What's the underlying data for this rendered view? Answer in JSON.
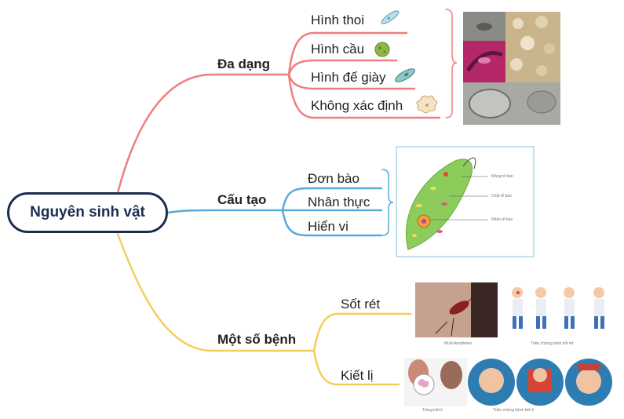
{
  "root": {
    "label": "Nguyên sinh vật"
  },
  "branches": [
    {
      "label": "Đa dạng",
      "color": "#ef7f7f",
      "leaves": [
        "Hình thoi",
        "Hình cầu",
        "Hình đế giày",
        "Không xác định"
      ]
    },
    {
      "label": "Cấu tạo",
      "color": "#5aa9dc",
      "leaves": [
        "Đơn bào",
        "Nhân thực",
        "Hiển vi"
      ],
      "diagram_labels": [
        "Màng tế bào",
        "Chất tế bào",
        "Nhân tế bào"
      ]
    },
    {
      "label": "Một số bệnh",
      "color": "#f2cf5b",
      "leaves": [
        "Sốt rét",
        "Kiết lị"
      ],
      "captions": [
        "Muỗi Anopheles",
        "Triệu chứng bệnh sốt rét",
        "Trùng kiết lị",
        "Triệu chứng bệnh kiết lị"
      ]
    }
  ],
  "colors": {
    "root_border": "#1c2d4f",
    "diagram_frame": "#7fc3e0",
    "cell_green": "#8ccc5a"
  },
  "icons": [
    "spindle-cell-icon",
    "round-cell-icon",
    "slipper-cell-icon",
    "amoeba-icon",
    "microscopy-collage",
    "euglena-diagram",
    "mosquito-photo",
    "malaria-symptoms-figure",
    "dysentery-pathogen-figure",
    "dysentery-symptoms-figure"
  ]
}
